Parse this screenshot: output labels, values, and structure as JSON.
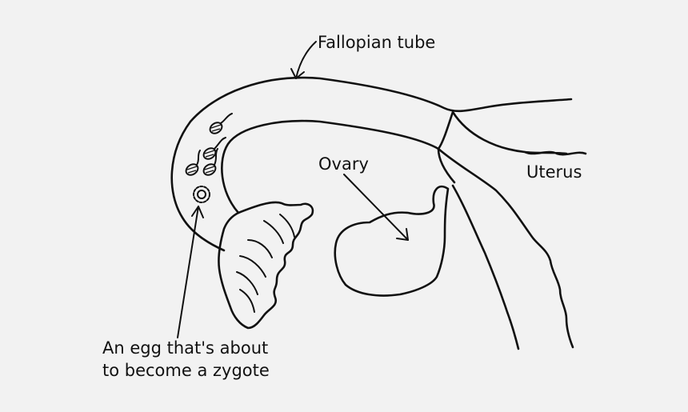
{
  "diagram": {
    "labels": {
      "fallopian_tube": "Fallopian tube",
      "uterus": "Uterus",
      "ovary": "Ovary",
      "egg_line1": "An egg that's about",
      "egg_line2": "to become a zygote"
    },
    "colors": {
      "background": "#f2f2f2",
      "ink": "#111111"
    }
  }
}
